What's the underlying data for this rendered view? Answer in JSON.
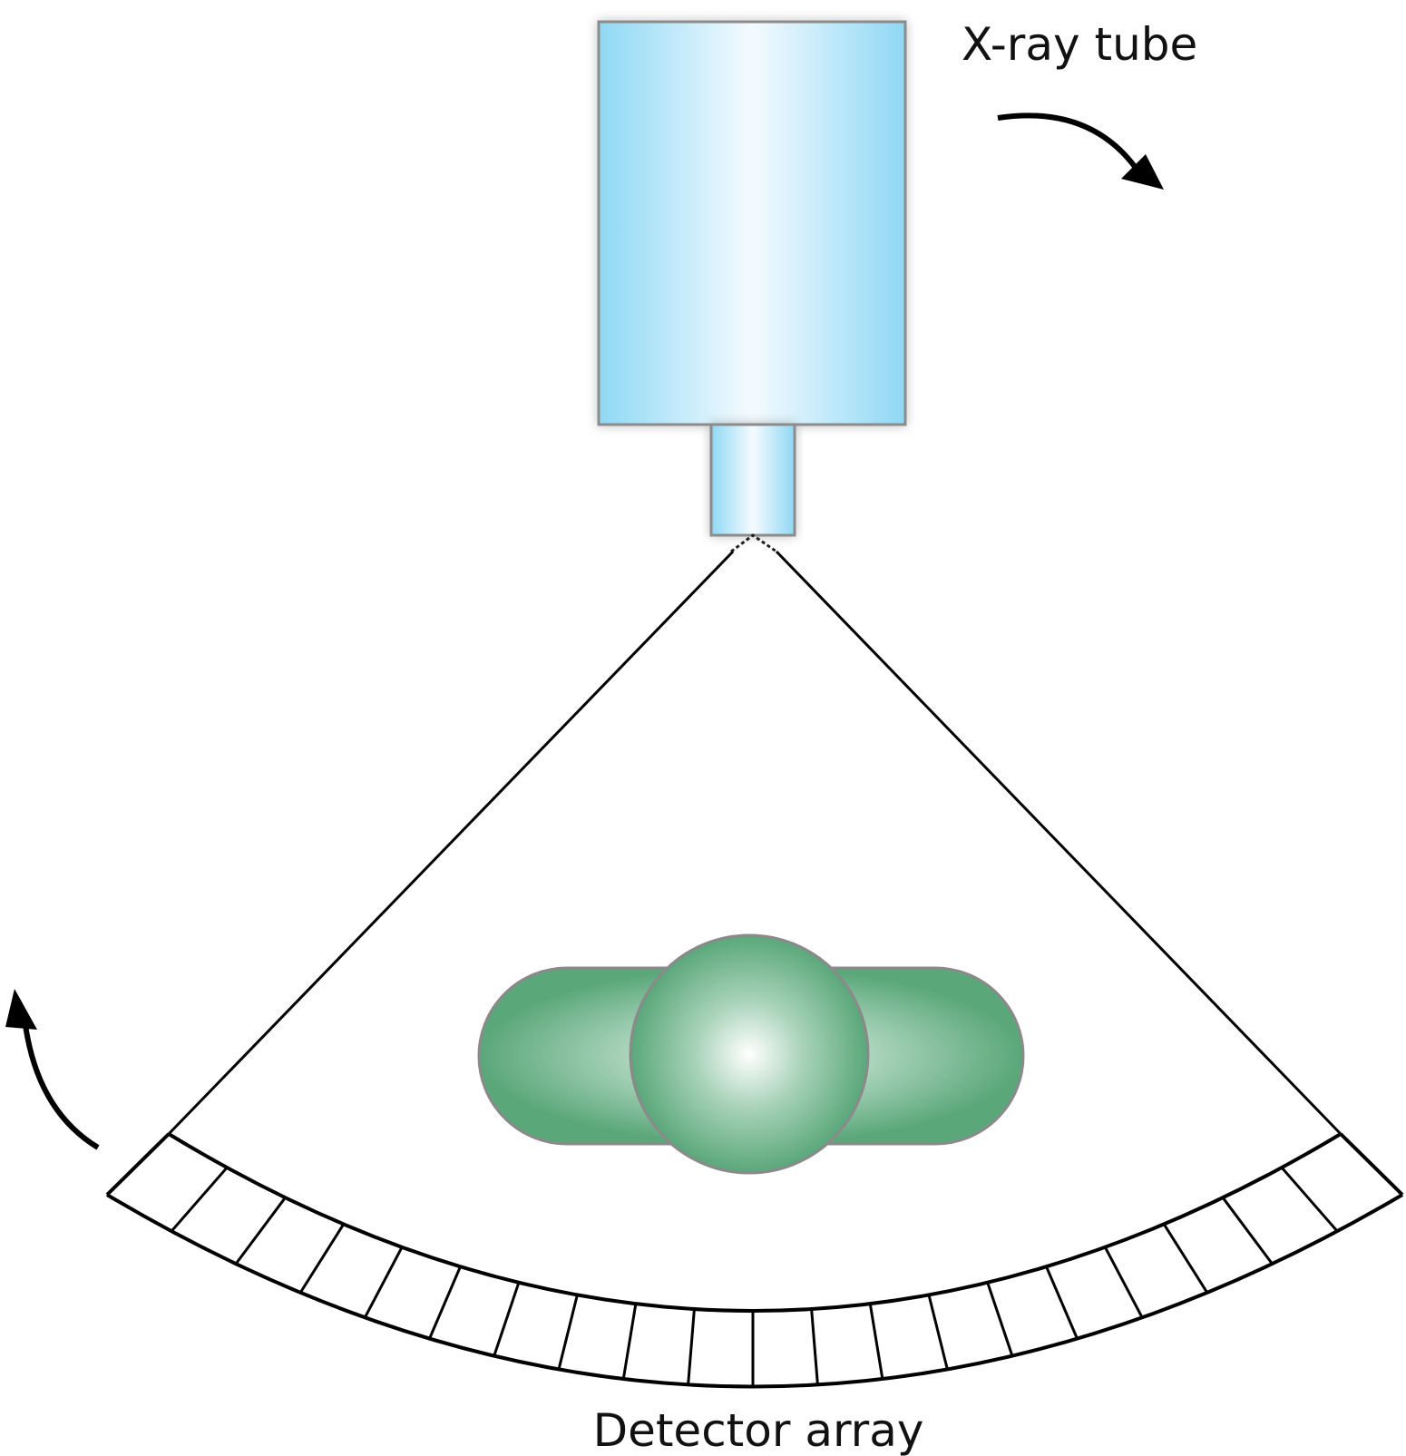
{
  "labels": {
    "xray_tube": "X-ray tube",
    "detector_array": "Detector array"
  },
  "detector": {
    "cells": 20
  },
  "colors": {
    "tube_edge": "#8fd8f4",
    "tube_highlight": "#f4fbff",
    "tube_outline": "#8c8c8c",
    "patient_dark": "#5aa77a",
    "patient_light": "#ffffff",
    "patient_outline": "#8a8a8a",
    "line": "#000000"
  }
}
